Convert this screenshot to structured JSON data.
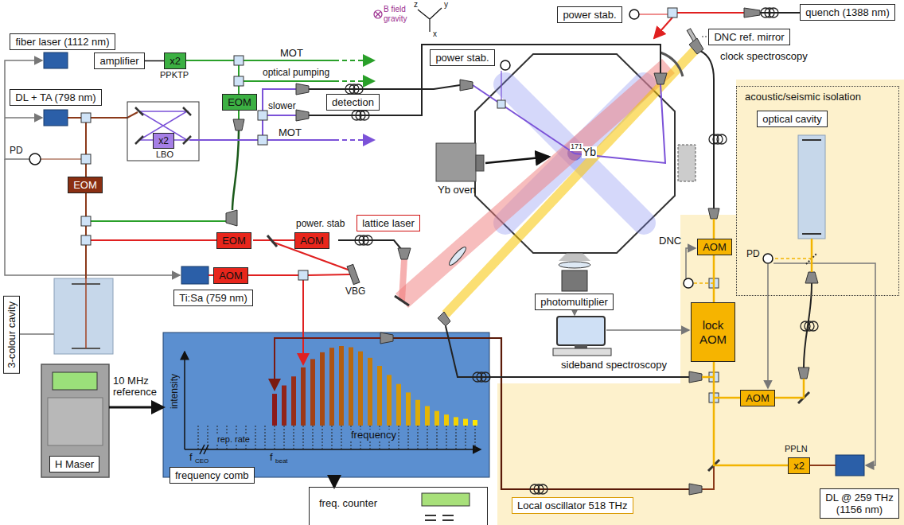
{
  "diagram": {
    "nodes": [
      {
        "text": [
          "fiber laser (1112 nm)"
        ]
      },
      {
        "text": [
          "amplifier"
        ]
      },
      {
        "text": [
          "x2"
        ]
      },
      {
        "text": [
          "power stab."
        ]
      },
      {
        "text": [
          "quench (1388 nm)"
        ]
      },
      {
        "text": [
          "DNC ref. mirror"
        ]
      },
      {
        "text": [
          "power stab."
        ]
      },
      {
        "text": [
          "detection"
        ]
      },
      {
        "text": [
          "DL + TA (798 nm)"
        ]
      },
      {
        "text": [
          "EOM"
        ]
      },
      {
        "text": [
          "x2"
        ]
      },
      {
        "text": [
          "Local oscillator 518 THz"
        ]
      },
      {
        "text": [
          "acoustic/seismic isolation"
        ],
        "in": 11
      },
      {
        "text": [
          "optical cavity"
        ],
        "in": 12
      },
      {
        "text": [
          "EOM"
        ]
      },
      {
        "text": [
          "AOM"
        ]
      },
      {
        "text": [
          "lattice laser"
        ]
      },
      {
        "text": [
          "EOM"
        ]
      },
      {
        "text": [
          "AOM"
        ]
      },
      {
        "text": [
          "Ti:Sa (759 nm)"
        ]
      },
      {
        "text": [
          "AOM"
        ],
        "in": 11
      },
      {
        "text": [
          "photomultiplier"
        ]
      },
      {
        "text": [
          "lock AOM"
        ],
        "in": 11
      },
      {
        "text": [
          "3-colour cavity"
        ]
      },
      {
        "text": [
          "frequency comb"
        ]
      },
      {
        "text": [
          "H Maser"
        ]
      },
      {
        "text": [
          "AOM"
        ],
        "in": 11
      },
      {
        "text": [
          "x2"
        ],
        "in": 11
      },
      {
        "text": [
          "DL @ 259 THz (1156 nm)"
        ],
        "in": 11
      },
      {
        "text": [
          "freq. counter"
        ]
      }
    ],
    "edges": [
      {
        "from": 25,
        "to": 24,
        "label": "10 MHz reference",
        "arrow": "to"
      },
      {
        "from": 24,
        "to": 29,
        "arrow": "to"
      },
      {
        "from": 1,
        "to": 2,
        "arrow": "none"
      }
    ],
    "labels": [
      "B field",
      "gravity",
      "z",
      "y",
      "x",
      "PPKTP",
      "MOT",
      "optical pumping",
      "slower",
      "PD",
      "LBO",
      "MOT",
      "clock spectroscopy",
      "171",
      "Yb",
      "Yb oven",
      "DNC",
      "PD",
      "power. stab",
      "VBG",
      "intensity",
      "rep. rate",
      "f",
      "CEO",
      "f",
      "beat",
      "frequency",
      "sideband spectroscopy",
      "PPLN"
    ]
  }
}
